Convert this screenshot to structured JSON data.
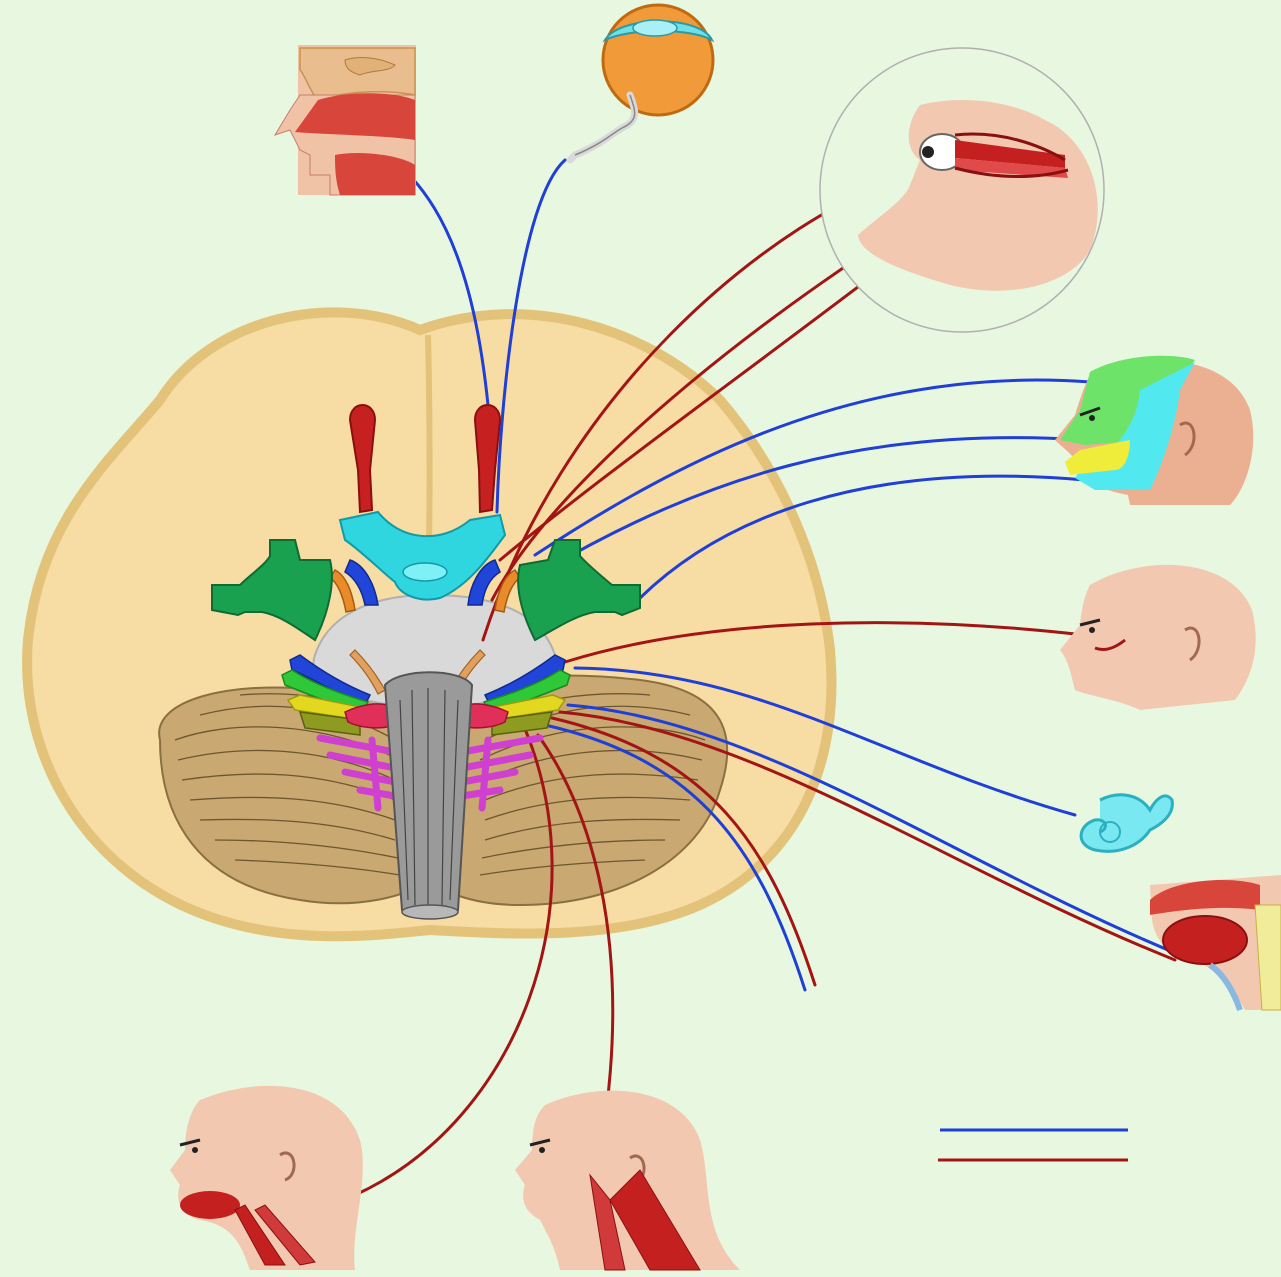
{
  "diagram": {
    "title": "",
    "colors": {
      "background": "#e8f7e0",
      "brain": "#f7dca3",
      "brain_outline": "#e3c37a",
      "cerebellum": "#c9a872",
      "brainstem": "#9a9a9a",
      "pons": "#d9d9d9",
      "sensory_nerve": "#1f3fd6",
      "motor_nerve": "#a31515",
      "skin": "#f2c8b0",
      "muscle": "#c02020"
    },
    "legend": {
      "sensory_label": "",
      "motor_label": ""
    },
    "targets": [
      "nose-olfactory",
      "eye-optic",
      "eye-muscles",
      "face-trigeminal",
      "face-facial",
      "inner-ear",
      "tongue-throat",
      "jaw-neck-muscles",
      "neck-shoulder-muscles"
    ]
  }
}
